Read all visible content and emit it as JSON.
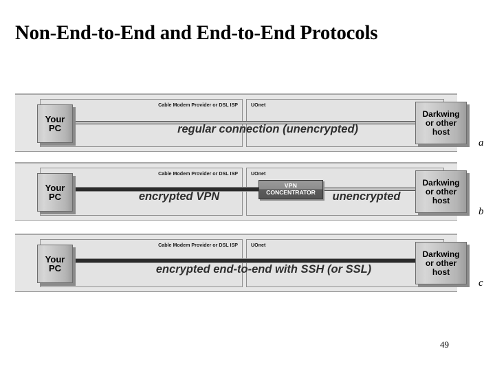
{
  "slide": {
    "title": "Non-End-to-End and End-to-End Protocols",
    "page_number": "49"
  },
  "labels": {
    "isp_panel": "Cable Modem Provider or DSL ISP",
    "uonet_panel": "UOnet",
    "client_node_line1": "Your",
    "client_node_line2": "PC",
    "host_node_line1": "Darkwing",
    "host_node_line2": "or other",
    "host_node_line3": "host",
    "vpn_line1": "VPN",
    "vpn_line2": "CONCENTRATOR"
  },
  "rows": [
    {
      "letter": "a",
      "caption": "regular connection (unencrypted)",
      "left_link": "thin",
      "right_link": "thin",
      "has_vpn": false
    },
    {
      "letter": "b",
      "caption_left": "encrypted VPN",
      "caption_right": "unencrypted",
      "left_link": "thick",
      "right_link": "thin",
      "has_vpn": true
    },
    {
      "letter": "c",
      "caption": "encrypted end-to-end with SSH (or SSL)",
      "left_link": "thick",
      "right_link": "thick",
      "has_vpn": false
    }
  ],
  "colors": {
    "band_background": "#e6e6e6",
    "panel_background": "#e3e3e3",
    "panel_border": "#8f8f8f",
    "node_border": "#6e6e6e",
    "node_shadow": "#8a8a8a",
    "vpn_background": "#5c5c5c",
    "link_dark": "#2b2b2b",
    "text": "#000000"
  }
}
